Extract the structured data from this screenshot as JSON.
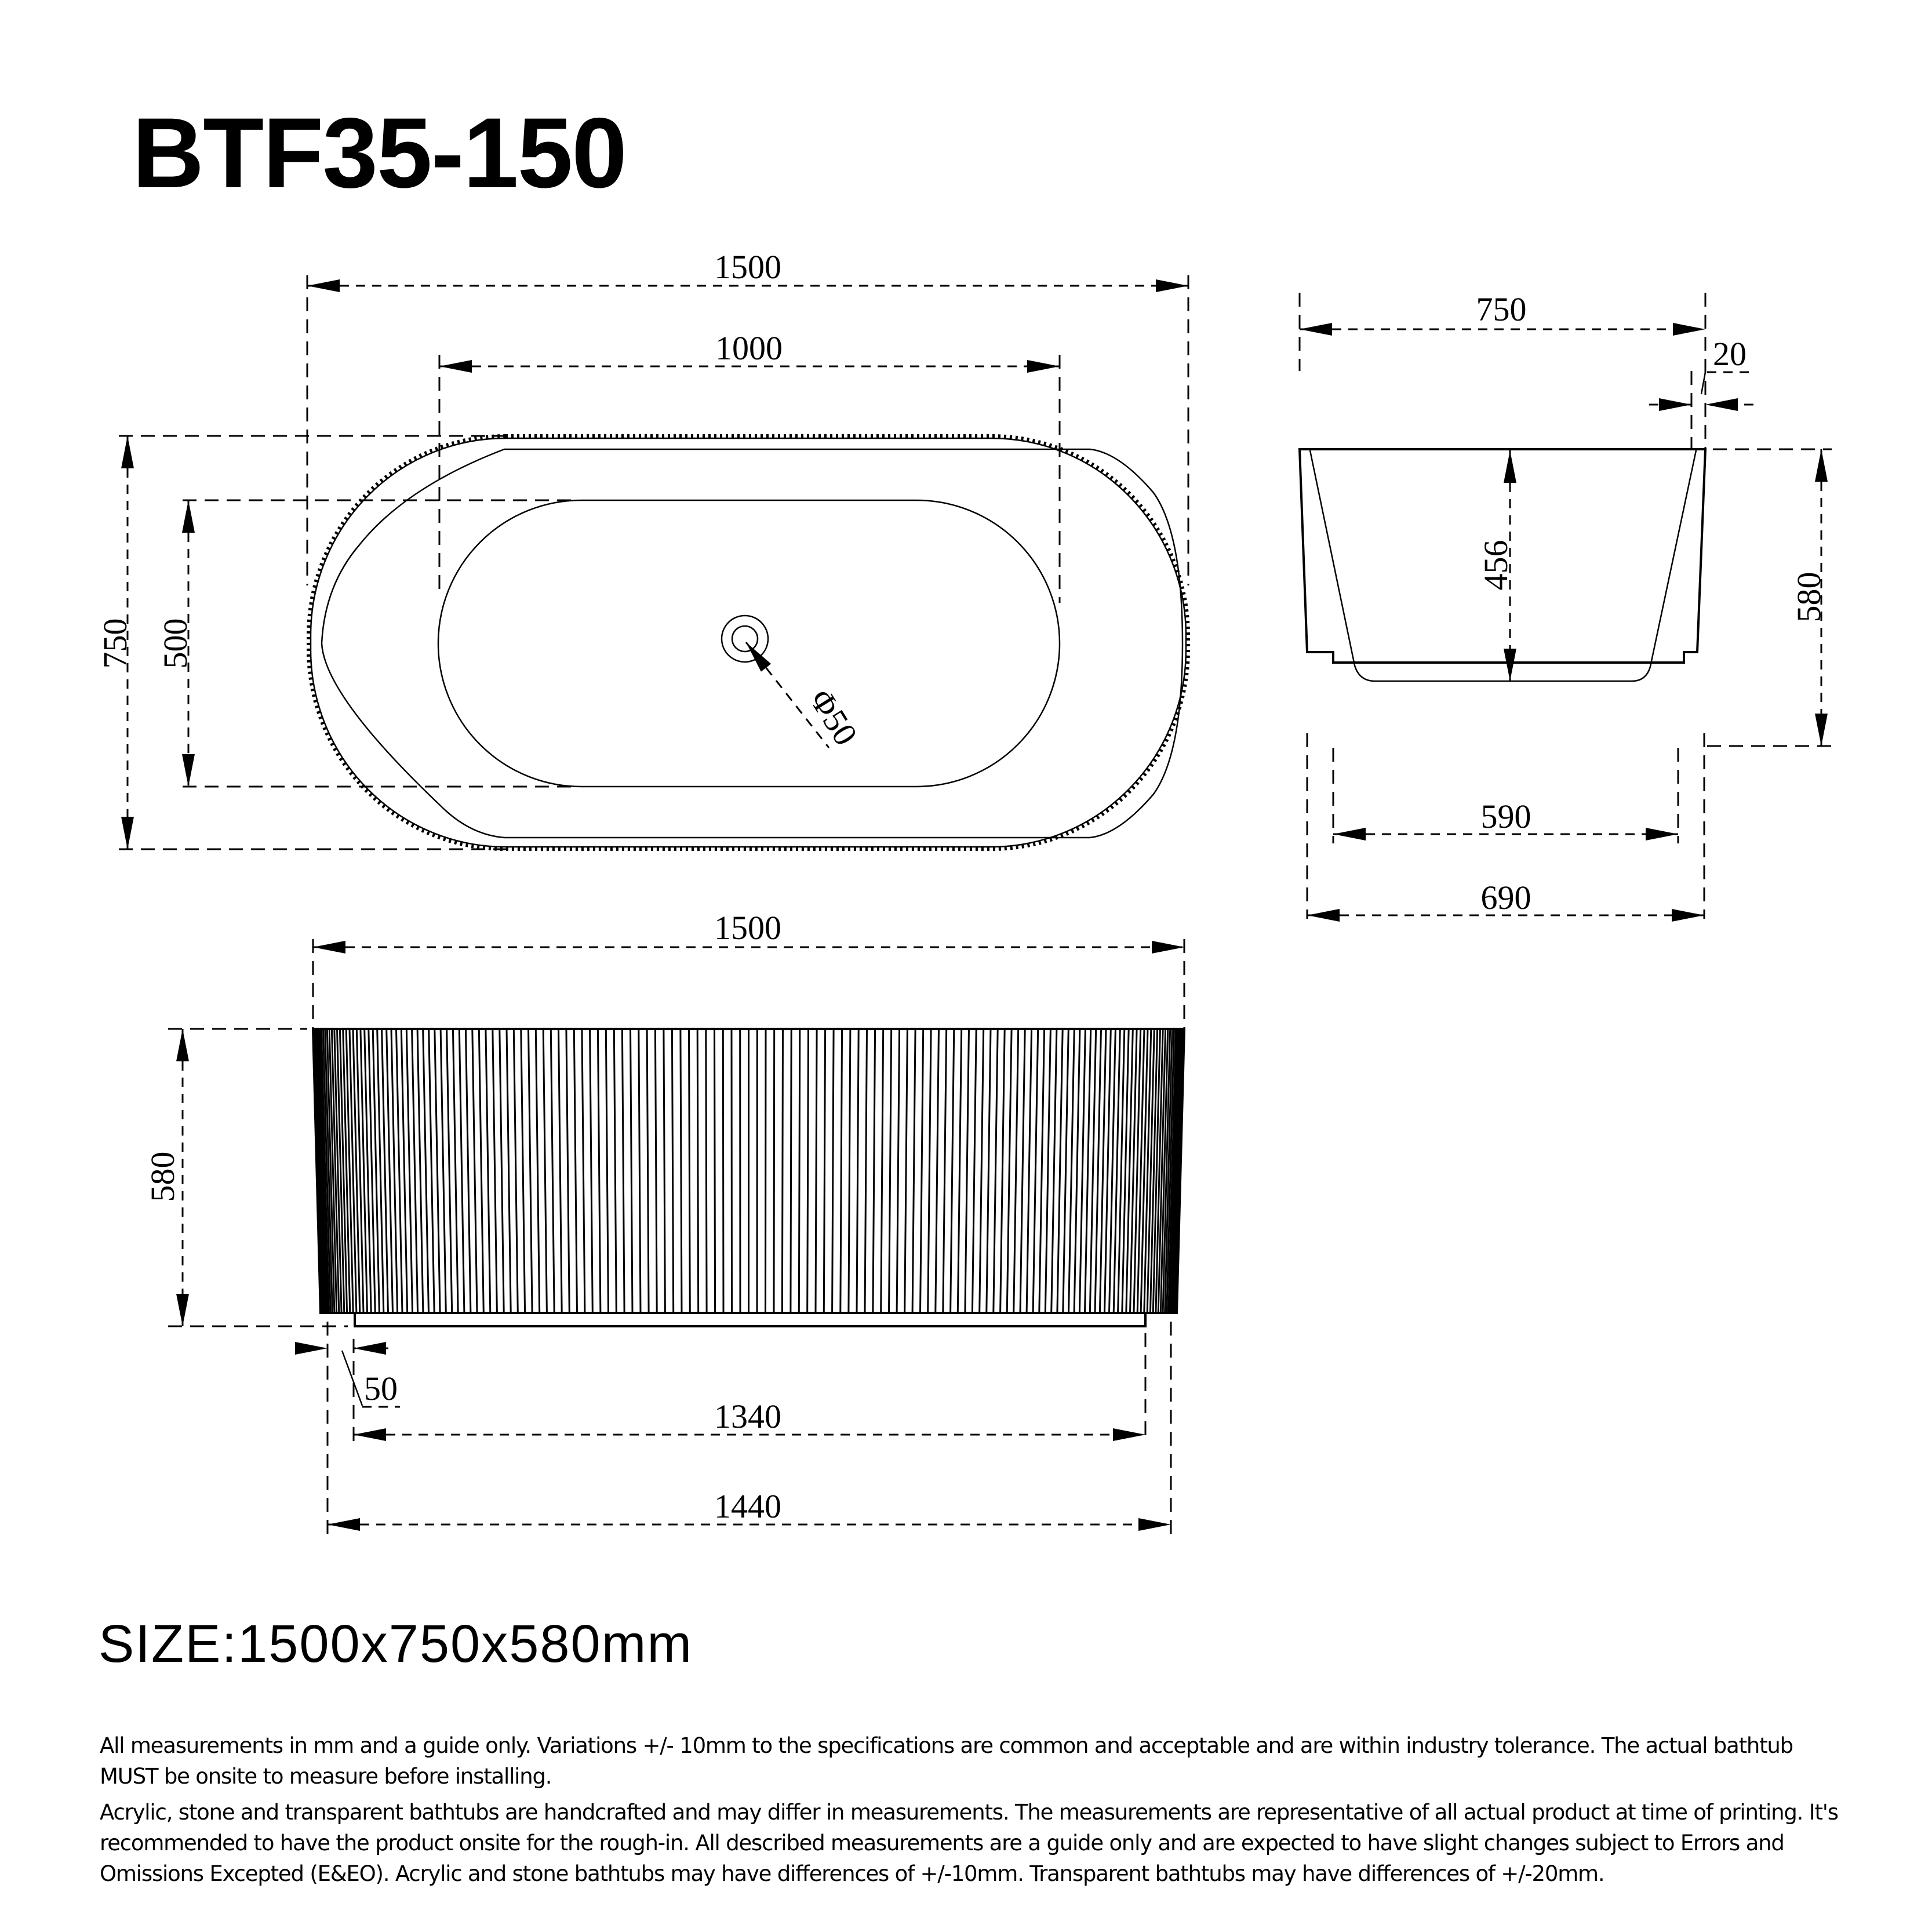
{
  "header": {
    "model": "BTF35-150"
  },
  "top_view": {
    "overall_length": "1500",
    "inner_flat_length": "1000",
    "overall_width": "750",
    "inner_width": "500",
    "drain_diameter": "Φ50"
  },
  "end_view": {
    "overall_width": "750",
    "rim_thickness": "20",
    "inner_depth": "456",
    "overall_height": "580",
    "base_inner_width": "590",
    "base_outer_width": "690"
  },
  "side_view": {
    "overall_length": "1500",
    "overall_height": "580",
    "base_offset": "50",
    "plinth_length": "1340",
    "base_length": "1440",
    "flute_count": 160
  },
  "size": {
    "label": "SIZE:1500x750x580mm"
  },
  "disclaimers": [
    "All measurements in mm and a guide only. Variations +/- 10mm to the specifications are common and acceptable and are within industry tolerance. The actual bathtub MUST be onsite to measure before installing.",
    "Acrylic, stone and transparent bathtubs are handcrafted and may differ in measurements. The measurements are representative of all actual product at time of printing. It's recommended to have the product onsite for the rough-in. All described measurements are a guide only and are expected to have slight changes subject to Errors and Omissions Excepted (E&EO). Acrylic and stone bathtubs may have differences of +/-10mm. Transparent bathtubs may have differences of +/-20mm."
  ],
  "colors": {
    "ink": "#000000",
    "background": "#ffffff"
  }
}
